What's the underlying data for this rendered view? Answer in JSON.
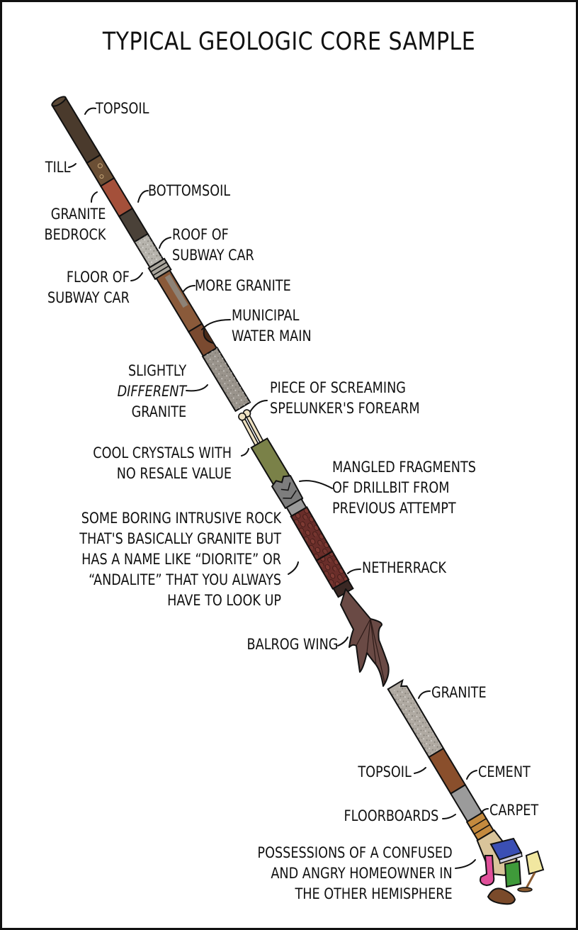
{
  "title": "TYPICAL GEOLOGIC CORE SAMPLE",
  "colors": {
    "border": "#111111",
    "background": "#ffffff",
    "ink": "#111111",
    "topsoil": "#4a3a2c",
    "till": "#6b4f35",
    "granite_bedrock_red": "#a4503a",
    "bottomsoil": "#4a4138",
    "granite": "#a8a29a",
    "subway_car": "#b7b4ad",
    "rust": "#8a5a3a",
    "water_main": "#7a4a30",
    "bone": "#efe2c2",
    "sleeve_green": "#7a8148",
    "drillbit": "#7d7d7d",
    "netherrack": "#6a2e2a",
    "balrog_wing": "#6a4a45",
    "cement": "#9b9b9b",
    "floorboards": "#c48a3e",
    "carpet": "#d9c49a",
    "book_blue": "#3b4fb4",
    "book_green": "#3f9a3a",
    "lamp_shade": "#f1e7a0",
    "sock_pink": "#e0509a",
    "shoe_brown": "#7a4a2a"
  },
  "labels": {
    "topsoil": "TOPSOIL",
    "till": "TILL",
    "bottomsoil": "BOTTOMSOIL",
    "granite_bedrock": "GRANITE\nBEDROCK",
    "roof_of_subway_car": "ROOF OF\nSUBWAY CAR",
    "floor_of_subway_car": "FLOOR OF\nSUBWAY CAR",
    "more_granite": "MORE GRANITE",
    "municipal_water_main": "MUNICIPAL\nWATER MAIN",
    "slightly_different_granite": {
      "line1": "SLIGHTLY",
      "line2": "DIFFERENT",
      "line3": "GRANITE"
    },
    "spelunker_forearm": "PIECE OF SCREAMING\nSPELUNKER'S FOREARM",
    "cool_crystals": "COOL CRYSTALS WITH\nNO RESALE VALUE",
    "mangled_drillbit": "MANGLED FRAGMENTS\nOF DRILLBIT FROM\nPREVIOUS ATTEMPT",
    "boring_intrusive_rock": "SOME BORING INTRUSIVE ROCK\nTHAT'S BASICALLY GRANITE BUT\nHAS A NAME LIKE “DIORITE” OR\n“ANDALITE” THAT YOU ALWAYS\nHAVE TO LOOK UP",
    "netherrack": "NETHERRACK",
    "balrog_wing": "BALROG WING",
    "granite_lower": "GRANITE",
    "topsoil_lower": "TOPSOIL",
    "cement": "CEMENT",
    "floorboards": "FLOORBOARDS",
    "carpet": "CARPET",
    "possessions": "POSSESSIONS OF A CONFUSED\nAND ANGRY HOMEOWNER IN\nTHE OTHER HEMISPHERE"
  }
}
